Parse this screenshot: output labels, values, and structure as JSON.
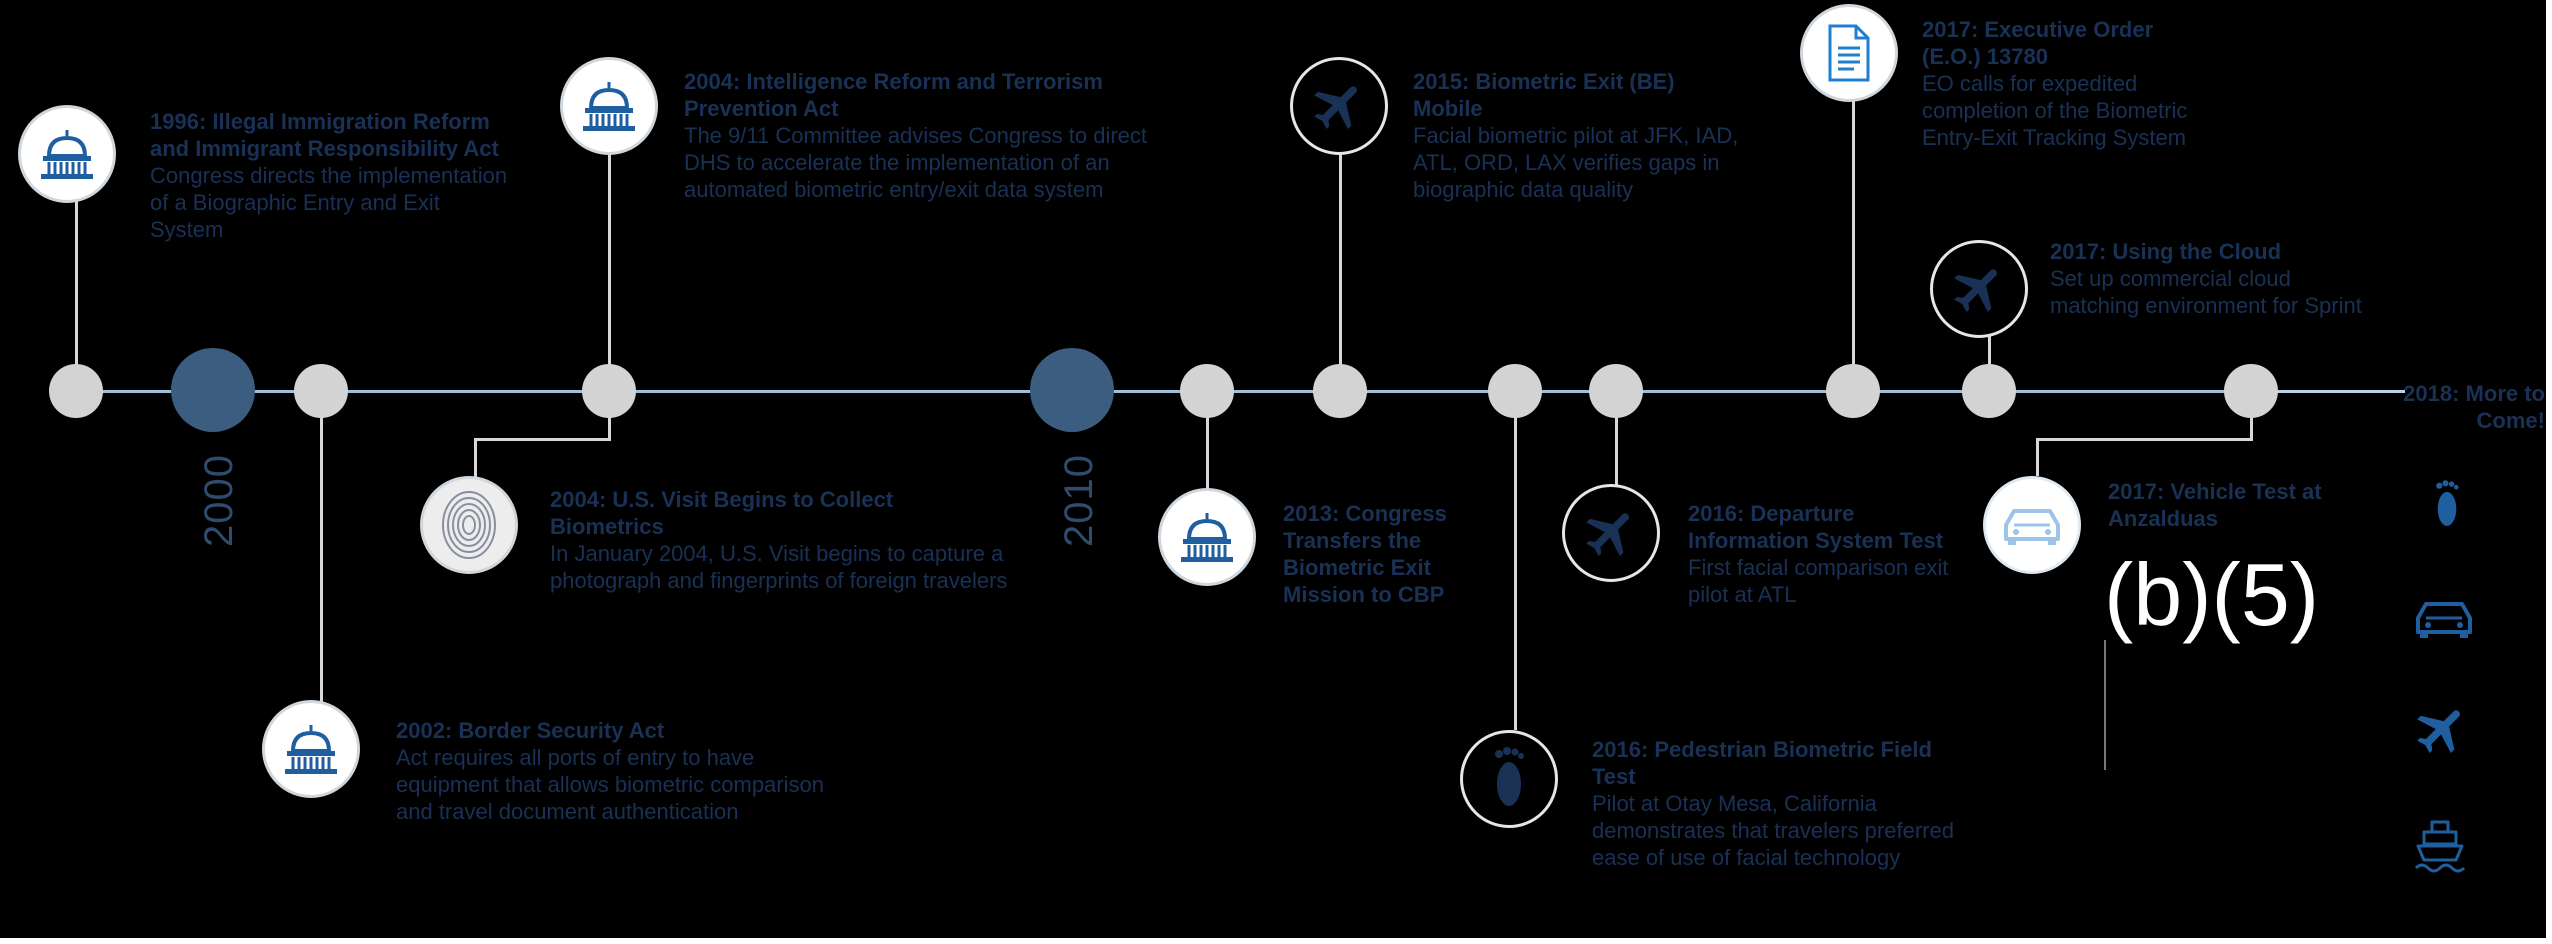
{
  "decades": [
    "2000",
    "2010"
  ],
  "events": [
    {
      "id": "1996",
      "title": "1996: Illegal Immigration Reform and Immigrant Responsibility Act",
      "desc": "Congress directs the implementation of a Biographic Entry and Exit System",
      "icon": "capitol-icon"
    },
    {
      "id": "2002",
      "title": "2002: Border Security Act",
      "desc": "Act requires all ports of entry to have equipment that allows biometric comparison and travel document authentication",
      "icon": "capitol-icon"
    },
    {
      "id": "2004a",
      "title": "2004: Intelligence Reform and Terrorism Prevention Act",
      "desc": "The 9/11 Committee advises Congress to direct DHS to accelerate the implementation of an automated biometric entry/exit data system",
      "icon": "capitol-icon"
    },
    {
      "id": "2004b",
      "title": "2004: U.S. Visit Begins to Collect Biometrics",
      "desc": "In January 2004, U.S. Visit begins to capture a photograph and fingerprints of foreign travelers",
      "icon": "fingerprint-icon"
    },
    {
      "id": "2013",
      "title": "2013: Congress Transfers the Biometric Exit Mission to CBP",
      "desc": "",
      "icon": "capitol-icon"
    },
    {
      "id": "2015",
      "title": "2015: Biometric Exit (BE) Mobile",
      "desc": "Facial biometric pilot at JFK, IAD, ATL, ORD, LAX verifies gaps in biographic data quality",
      "icon": "airplane-icon"
    },
    {
      "id": "2016a",
      "title": "2016: Pedestrian Biometric Field Test",
      "desc": "Pilot at Otay Mesa, California demonstrates that travelers preferred ease of use of facial technology",
      "icon": "footprint-icon"
    },
    {
      "id": "2016b",
      "title": "2016: Departure Information System Test",
      "desc": "First facial comparison exit pilot at ATL",
      "icon": "airplane-icon"
    },
    {
      "id": "2017a",
      "title": "2017: Executive Order (E.O.) 13780",
      "desc": "EO calls for expedited completion of the Biometric Entry-Exit Tracking System",
      "icon": "document-icon"
    },
    {
      "id": "2017b",
      "title": "2017: Using the Cloud",
      "desc": "Set up commercial cloud matching environment for Sprint",
      "icon": "airplane-icon"
    },
    {
      "id": "2017c",
      "title": "2017: Vehicle Test at Anzalduas",
      "desc": "",
      "icon": "car-icon"
    },
    {
      "id": "2018",
      "title": "2018: More to Come!",
      "desc": "",
      "icon": ""
    }
  ],
  "redaction_label": "(b)(5)",
  "legend_icons": [
    "footprint-icon",
    "car-icon",
    "airplane-icon",
    "ship-icon"
  ],
  "colors": {
    "background": "#000000",
    "text": "#1a3156",
    "timeline": "#9fbfd9",
    "node": "#d3d3d3",
    "decade_node": "#3a5d80",
    "icon_blue": "#1f5fa0"
  }
}
